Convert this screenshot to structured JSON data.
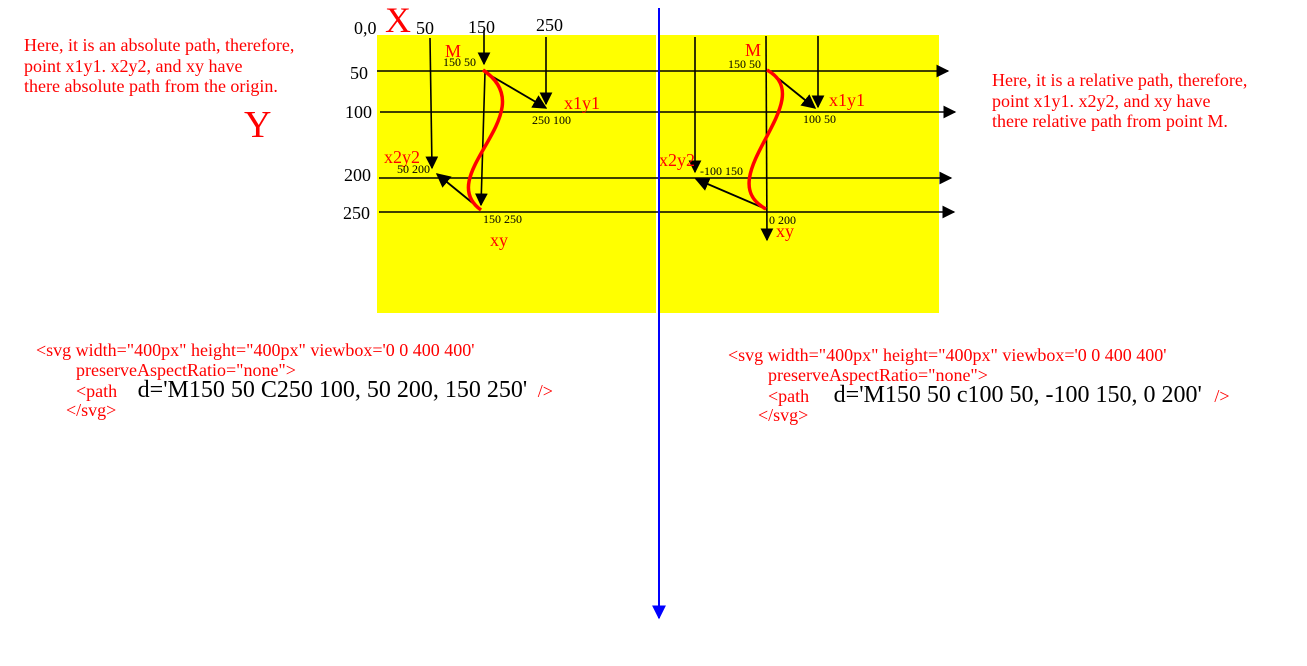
{
  "axes": {
    "origin": "0,0",
    "x_letter": "X",
    "y_letter": "Y",
    "x_ticks": [
      "50",
      "150",
      "250"
    ],
    "y_ticks": [
      "50",
      "100",
      "200",
      "250"
    ]
  },
  "left_panel": {
    "note": [
      "Here, it is an absolute path, therefore,",
      "point x1y1. x2y2, and xy have",
      "there absolute path from the origin."
    ],
    "labels": {
      "m": "M",
      "m_coord": "150 50",
      "x1y1": "x1y1",
      "x1y1_coord": "250 100",
      "x2y2": "x2y2",
      "x2y2_coord": "50 200",
      "xy": "xy",
      "xy_coord": "150 250"
    },
    "code": {
      "line1": "<svg width=\"400px\" height=\"400px\" viewbox='0 0 400 400'",
      "line2": "preserveAspectRatio=\"none\">",
      "line3": "<path",
      "d": "d='M150 50  C250 100, 50 200, 150 250'",
      "close": "/>",
      "line4": "</svg>"
    }
  },
  "right_panel": {
    "note": [
      "Here, it is a relative path, therefore,",
      "point x1y1. x2y2, and xy have",
      "there relative path from point M."
    ],
    "labels": {
      "m": "M",
      "m_coord": "150 50",
      "x1y1": "x1y1",
      "x1y1_coord": "100 50",
      "x2y2": "x2y2",
      "x2y2_coord": "-100 150",
      "xy": "xy",
      "xy_coord": "0 200"
    },
    "code": {
      "line1": "<svg width=\"400px\" height=\"400px\" viewbox='0 0 400 400'",
      "line2": "preserveAspectRatio=\"none\">",
      "line3": "<path",
      "d": "d='M150 50  c100 50, -100 150, 0 200'",
      "close": "/>",
      "line4": "</svg>"
    }
  },
  "colors": {
    "panel": "#ffff00",
    "curve": "#ff0000",
    "text": "#ff0000",
    "divider": "#0000ff",
    "arrow": "#000000"
  }
}
